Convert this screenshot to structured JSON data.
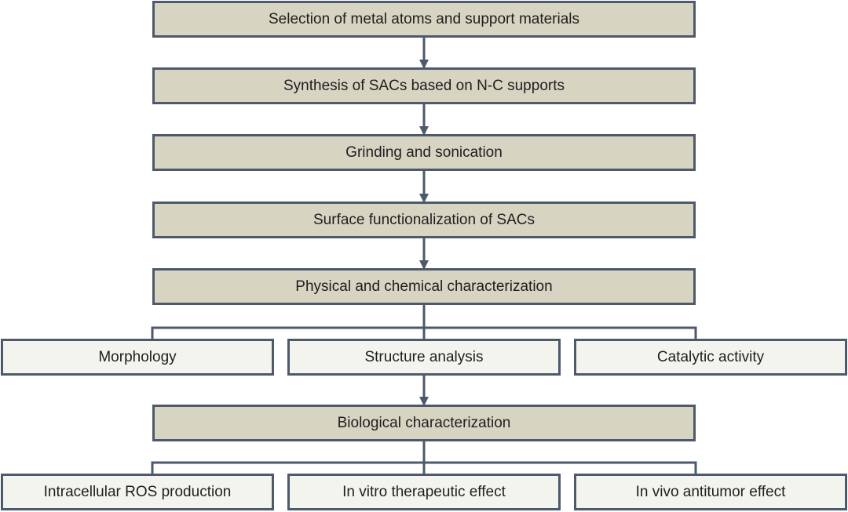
{
  "colors": {
    "main_fill": "#d8d4c2",
    "sub_fill": "#f4f4ef",
    "border": "#4d5a6b",
    "line": "#4d5a6b"
  },
  "steps": [
    "Selection of metal atoms and support materials",
    "Synthesis of SACs based on N-C supports",
    "Grinding and sonication",
    "Surface functionalization of SACs",
    "Physical and chemical characterization"
  ],
  "physical_branches": [
    "Morphology",
    "Structure analysis",
    "Catalytic activity"
  ],
  "biological_step": "Biological characterization",
  "biological_branches": [
    "Intracellular ROS production",
    "In vitro therapeutic effect",
    "In vivo antitumor effect"
  ]
}
